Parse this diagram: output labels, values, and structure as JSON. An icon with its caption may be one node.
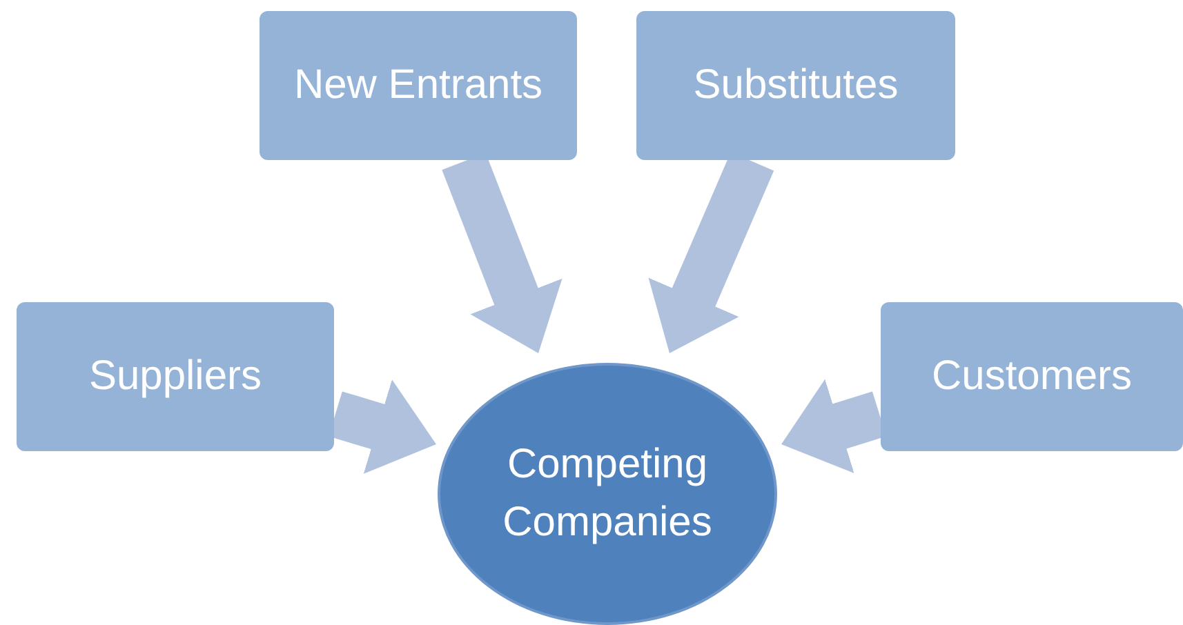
{
  "diagram": {
    "nodes": [
      {
        "text": [
          "New Entrants"
        ]
      },
      {
        "text": [
          "Substitutes"
        ]
      },
      {
        "text": [
          "Suppliers"
        ]
      },
      {
        "text": [
          "Customers"
        ]
      },
      {
        "text": [
          "Competing Companies"
        ]
      }
    ],
    "edges": [
      {
        "from": 0,
        "to": 4,
        "arrow": "to"
      },
      {
        "from": 1,
        "to": 4,
        "arrow": "to"
      },
      {
        "from": 2,
        "to": 4,
        "arrow": "to"
      },
      {
        "from": 3,
        "to": 4,
        "arrow": "to"
      }
    ]
  }
}
